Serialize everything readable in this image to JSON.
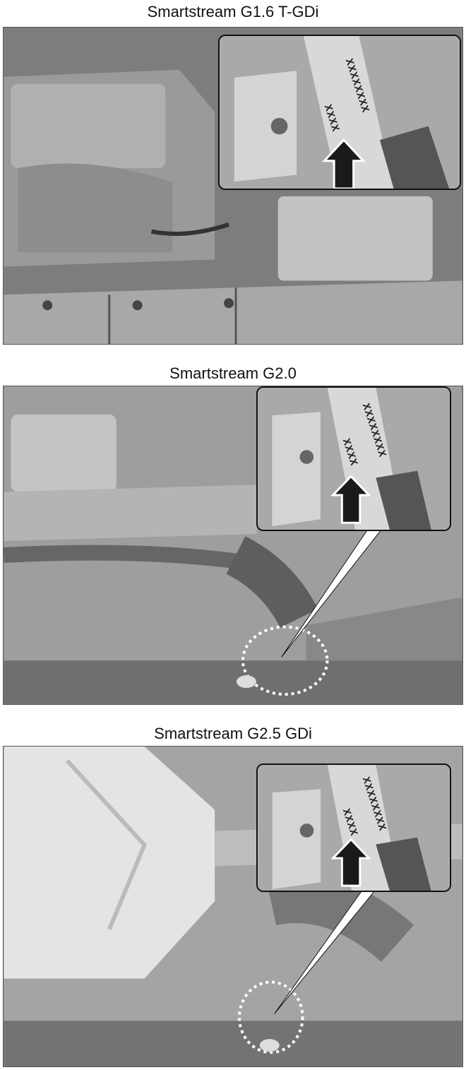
{
  "figures": [
    {
      "title": "Smartstream G1.6 T-GDi",
      "inset_marks": [
        "XXXXXXXX",
        "XXXX"
      ]
    },
    {
      "title": "Smartstream G2.0",
      "inset_marks": [
        "XXXXXXXX",
        "XXXX"
      ]
    },
    {
      "title": "Smartstream G2.5 GDi",
      "inset_marks": [
        "XXXXXXXX",
        "XXXX"
      ]
    }
  ],
  "colors": {
    "panel": "#8a8a8a",
    "inset": "#b9b9b9",
    "arrow": "#1a1a1a"
  }
}
